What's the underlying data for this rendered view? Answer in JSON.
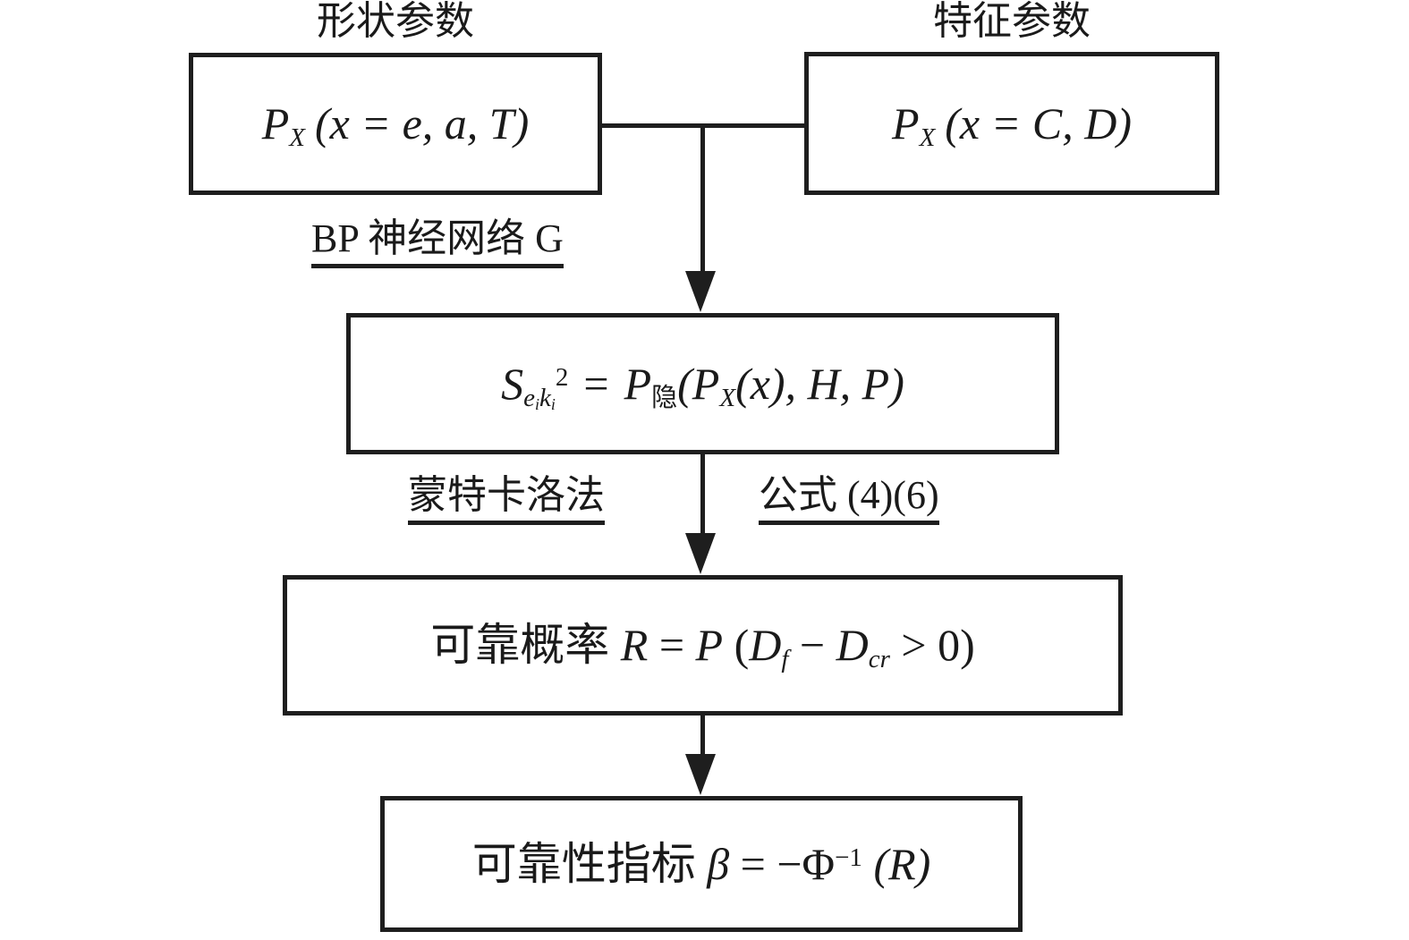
{
  "diagram": {
    "title_shape_params": "形状参数",
    "title_feature_params": "特征参数",
    "nodes": {
      "shape_params_box": {
        "formula_prefix": "P",
        "formula_sub": "X",
        "formula_body": "(x = e, a, T)"
      },
      "feature_params_box": {
        "formula_prefix": "P",
        "formula_sub": "X",
        "formula_body": "(x = C, D)"
      },
      "variance_box": {
        "lhs_sym": "S",
        "lhs_sub": "e",
        "lhs_sub_i1": "i",
        "lhs_sub_k": "k",
        "lhs_sub_i2": "i",
        "lhs_sup": "2",
        "eq": "=",
        "rhs_p": "P",
        "rhs_p_sub": "隐",
        "rhs_open": "(",
        "rhs_px": "P",
        "rhs_px_sub": "X",
        "rhs_x": "(x), ",
        "rhs_h": "H",
        "rhs_comma": ", ",
        "rhs_p2": "P",
        "rhs_close": ")"
      },
      "reliability_prob_box": {
        "label_cjk": "可靠概率 ",
        "r": "R",
        "eq": " = ",
        "p": "P",
        "open": " (",
        "df": "D",
        "df_sub": "f",
        "minus": " − ",
        "dcr": "D",
        "dcr_sub": "cr",
        "gt": " > 0)"
      },
      "reliability_index_box": {
        "label_cjk": "可靠性指标 ",
        "beta": "β",
        "eq": " = ",
        "neg_phi": "−Φ",
        "exp": "−1",
        "arg": " (R)"
      }
    },
    "edge_labels": {
      "bp_network": "BP 神经网络 G",
      "monte_carlo": "蒙特卡洛法",
      "formula_ref": "公式 (4)(6)"
    },
    "colors": {
      "stroke": "#1e1e1e",
      "background": "#ffffff"
    }
  }
}
